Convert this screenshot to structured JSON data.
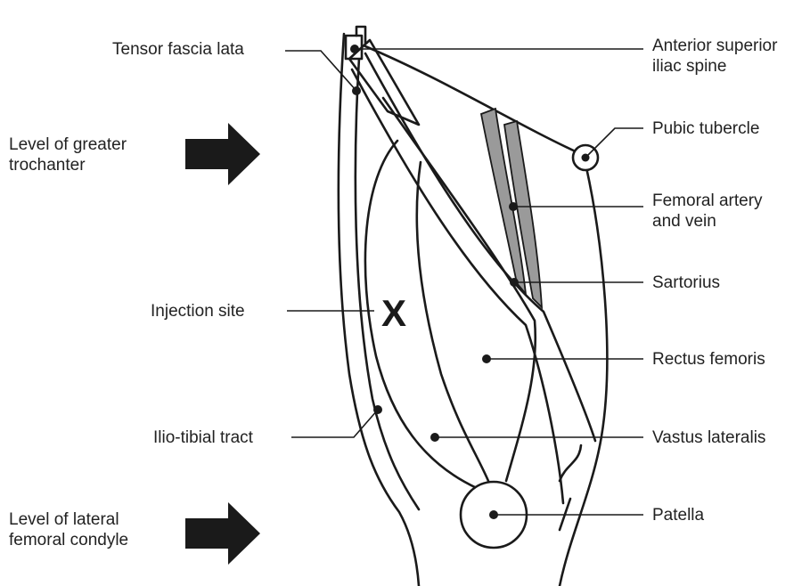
{
  "labels": {
    "tensor_fascia_lata": "Tensor fascia lata",
    "level_greater_trochanter": [
      "Level of greater",
      "trochanter"
    ],
    "injection_site": "Injection site",
    "ilio_tibial_tract": "Ilio-tibial tract",
    "level_lateral_condyle": [
      "Level of lateral",
      "femoral condyle"
    ],
    "asis": [
      "Anterior superior",
      "iliac spine"
    ],
    "pubic_tubercle": "Pubic tubercle",
    "femoral_vessels": [
      "Femoral artery",
      "and vein"
    ],
    "sartorius": "Sartorius",
    "rectus_femoris": "Rectus femoris",
    "vastus_lateralis": "Vastus lateralis",
    "patella": "Patella"
  },
  "injection_mark": "X",
  "icons": {
    "arrows": "right-arrow-icon"
  },
  "colors": {
    "outline": "#1a1a1a",
    "vessels": "#9a9a9a",
    "text": "#222222"
  }
}
